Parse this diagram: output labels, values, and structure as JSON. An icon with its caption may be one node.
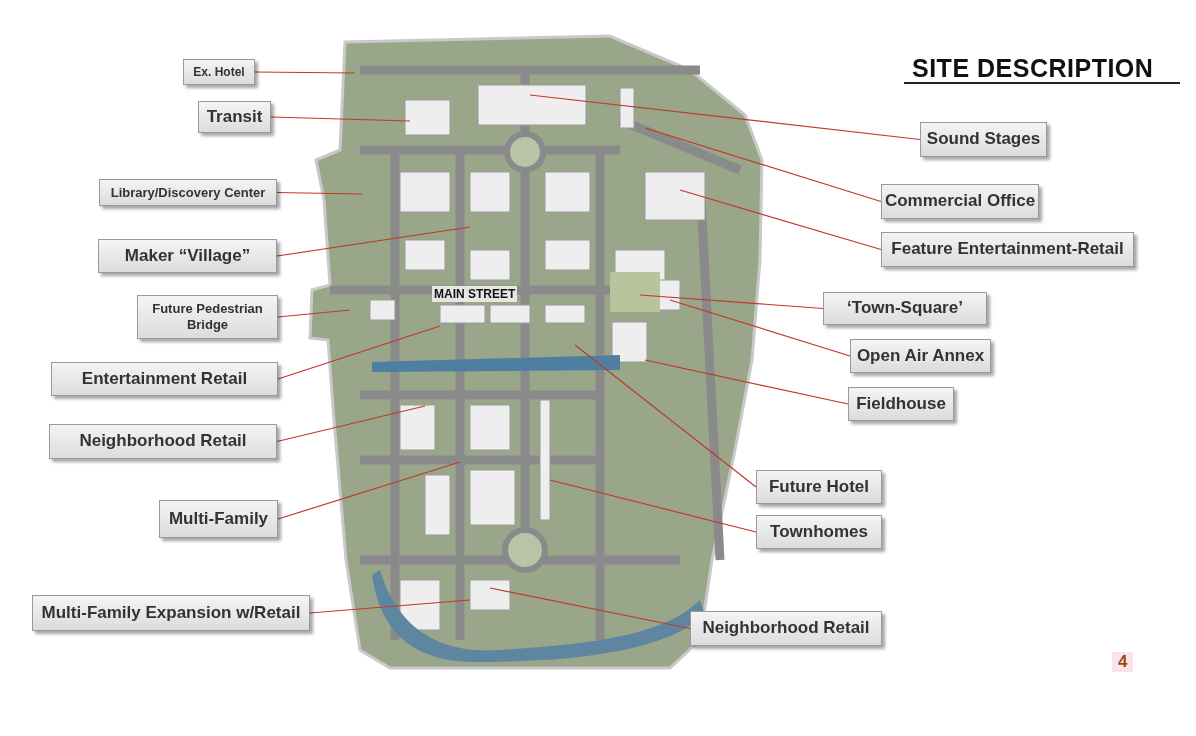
{
  "diagram": {
    "title": "SITE DESCRIPTION",
    "nodes": [
      {
        "text": [
          "Ex. Hotel"
        ]
      },
      {
        "text": [
          "Transit"
        ]
      },
      {
        "text": [
          "Library/Discovery Center"
        ]
      },
      {
        "text": [
          "Maker “Village”"
        ]
      },
      {
        "text": [
          "Future Pedestrian Bridge"
        ]
      },
      {
        "text": [
          "Entertainment Retail"
        ]
      },
      {
        "text": [
          "Neighborhood Retail"
        ]
      },
      {
        "text": [
          "Multi-Family"
        ]
      },
      {
        "text": [
          "Multi-Family Expansion w/Retail"
        ]
      },
      {
        "text": [
          "Sound Stages"
        ]
      },
      {
        "text": [
          "Commercial Office"
        ]
      },
      {
        "text": [
          "Feature Entertainment-Retail"
        ]
      },
      {
        "text": [
          "‘Town-Square’"
        ]
      },
      {
        "text": [
          "Open Air Annex"
        ]
      },
      {
        "text": [
          "Fieldhouse"
        ]
      },
      {
        "text": [
          "Future Hotel"
        ]
      },
      {
        "text": [
          "Townhomes"
        ]
      },
      {
        "text": [
          "Neighborhood Retail"
        ]
      }
    ],
    "edges": [
      {
        "from": 0,
        "to": null,
        "arrow": "none"
      },
      {
        "from": 1,
        "to": null,
        "arrow": "none"
      },
      {
        "from": 2,
        "to": null,
        "arrow": "none"
      },
      {
        "from": 3,
        "to": null,
        "arrow": "none"
      },
      {
        "from": 4,
        "to": null,
        "arrow": "none"
      },
      {
        "from": 5,
        "to": null,
        "arrow": "none"
      },
      {
        "from": 6,
        "to": null,
        "arrow": "none"
      },
      {
        "from": 7,
        "to": null,
        "arrow": "none"
      },
      {
        "from": 8,
        "to": null,
        "arrow": "none"
      },
      {
        "from": 9,
        "to": null,
        "arrow": "none"
      },
      {
        "from": 10,
        "to": null,
        "arrow": "none"
      },
      {
        "from": 11,
        "to": null,
        "arrow": "none"
      },
      {
        "from": 12,
        "to": null,
        "arrow": "none"
      },
      {
        "from": 13,
        "to": null,
        "arrow": "none"
      },
      {
        "from": 14,
        "to": null,
        "arrow": "none"
      },
      {
        "from": 15,
        "to": null,
        "arrow": "none"
      },
      {
        "from": 16,
        "to": null,
        "arrow": "none"
      },
      {
        "from": 17,
        "to": null,
        "arrow": "none"
      }
    ],
    "labels": [
      "MAIN STREET",
      "4"
    ]
  }
}
